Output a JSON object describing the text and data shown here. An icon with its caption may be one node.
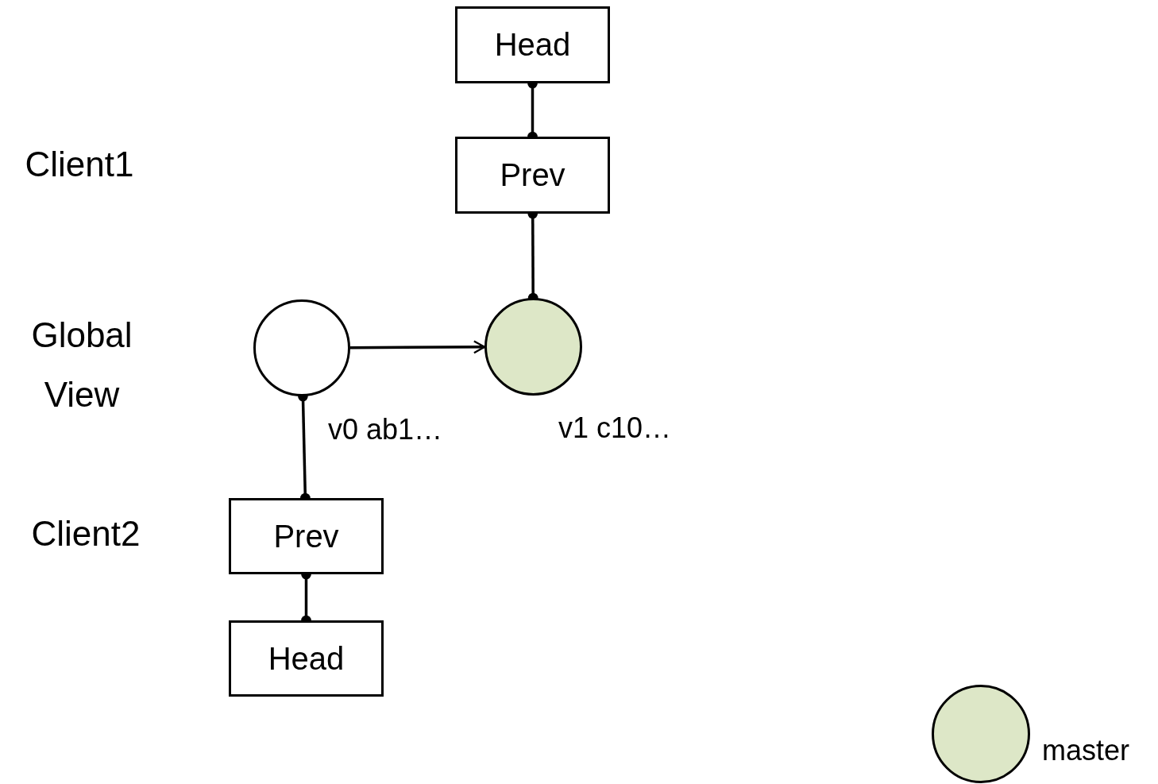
{
  "diagram": {
    "nodes": [
      {
        "text": [
          "Head"
        ]
      },
      {
        "text": [
          "Prev"
        ]
      },
      {
        "text": [],
        "shape": "circle",
        "beside": [
          "v0 ab1…"
        ]
      },
      {
        "text": [],
        "shape": "circle",
        "beside": [
          "v1 c10…"
        ]
      },
      {
        "text": [
          "Prev"
        ]
      },
      {
        "text": [
          "Head"
        ]
      }
    ],
    "edges": [
      {
        "from": 0,
        "to": 1,
        "arrow": "other"
      },
      {
        "from": 1,
        "to": 3,
        "arrow": "other"
      },
      {
        "from": 2,
        "to": 3,
        "arrow": "to"
      },
      {
        "from": 2,
        "to": 4,
        "arrow": "other"
      },
      {
        "from": 4,
        "to": 5,
        "arrow": "other"
      }
    ],
    "labels": [
      "Client1",
      "Global View",
      "Client2"
    ],
    "legend": [
      {
        "text": "master",
        "color": "#dde7c7"
      }
    ]
  }
}
